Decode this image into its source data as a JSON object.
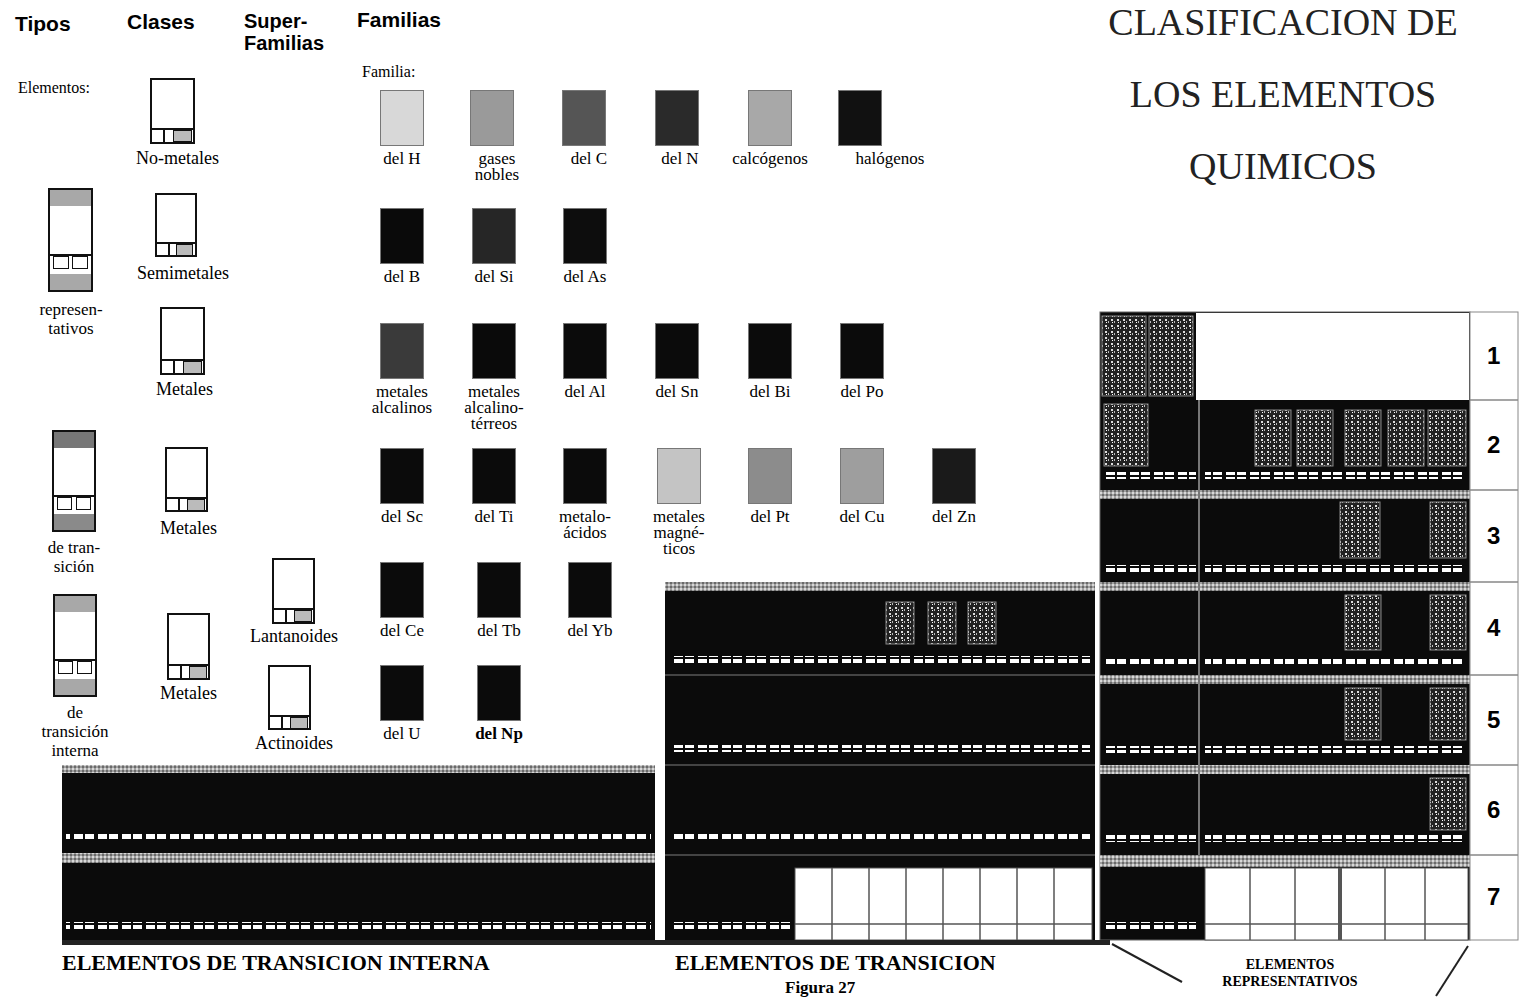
{
  "diagram": {
    "title": "CLASIFICACION DE LOS ELEMENTOS QUIMICOS",
    "caption": "Figura 27",
    "nodes": [
      {
        "text": [
          "No-metales"
        ]
      },
      {
        "text": [
          "represen- tativos"
        ]
      },
      {
        "text": [
          "Semimetales"
        ]
      },
      {
        "text": [
          "Metales"
        ]
      },
      {
        "text": [
          "de tran- sición"
        ]
      },
      {
        "text": [
          "Metales"
        ]
      },
      {
        "text": [
          "Lantanoides"
        ]
      },
      {
        "text": [
          "de transición interna"
        ]
      },
      {
        "text": [
          "Metales"
        ]
      },
      {
        "text": [
          "Actinoides"
        ]
      }
    ],
    "labels": [
      "Tipos",
      "Clases",
      "Super- Familias",
      "Familias",
      "Elementos:",
      "Familia:",
      "1",
      "2",
      "3",
      "4",
      "5",
      "6",
      "7",
      "ELEMENTOS DE TRANSICION INTERNA",
      "ELEMENTOS DE TRANSICION",
      "ELEMENTOS REPRESENTATIVOS"
    ],
    "legend": [
      {
        "text": "del H",
        "color": "#d8d8d8"
      },
      {
        "text": "gases nobles",
        "color": "#9a9a9a"
      },
      {
        "text": "del C",
        "color": "#555555"
      },
      {
        "text": "del N",
        "color": "#2a2a2a"
      },
      {
        "text": "calcógenos",
        "color": "#a8a8a8"
      },
      {
        "text": "halógenos",
        "color": "#111111"
      },
      {
        "text": "del B",
        "color": "#0a0a0a"
      },
      {
        "text": "del Si",
        "color": "#262626"
      },
      {
        "text": "del As",
        "color": "#0d0d0d"
      },
      {
        "text": "metales alcalinos",
        "color": "#3a3a3a"
      },
      {
        "text": "metales alcalino- térreos",
        "color": "#0a0a0a"
      },
      {
        "text": "del Al",
        "color": "#0b0b0b"
      },
      {
        "text": "del Sn",
        "color": "#0b0b0b"
      },
      {
        "text": "del Bi",
        "color": "#0b0b0b"
      },
      {
        "text": "del Po",
        "color": "#0b0b0b"
      },
      {
        "text": "del Sc",
        "color": "#0b0b0b"
      },
      {
        "text": "del Ti",
        "color": "#0b0b0b"
      },
      {
        "text": "metalo- ácidos",
        "color": "#0b0b0b"
      },
      {
        "text": "metales magné- ticos",
        "color": "#c4c4c4"
      },
      {
        "text": "del Pt",
        "color": "#8c8c8c"
      },
      {
        "text": "del Cu",
        "color": "#9e9e9e"
      },
      {
        "text": "del Zn",
        "color": "#1a1a1a"
      },
      {
        "text": "del Ce",
        "color": "#0b0b0b"
      },
      {
        "text": "del Tb",
        "color": "#0b0b0b"
      },
      {
        "text": "del Yb",
        "color": "#0b0b0b"
      },
      {
        "text": "del U",
        "color": "#0b0b0b"
      },
      {
        "text": "del Np",
        "color": "#0b0b0b"
      }
    ]
  }
}
